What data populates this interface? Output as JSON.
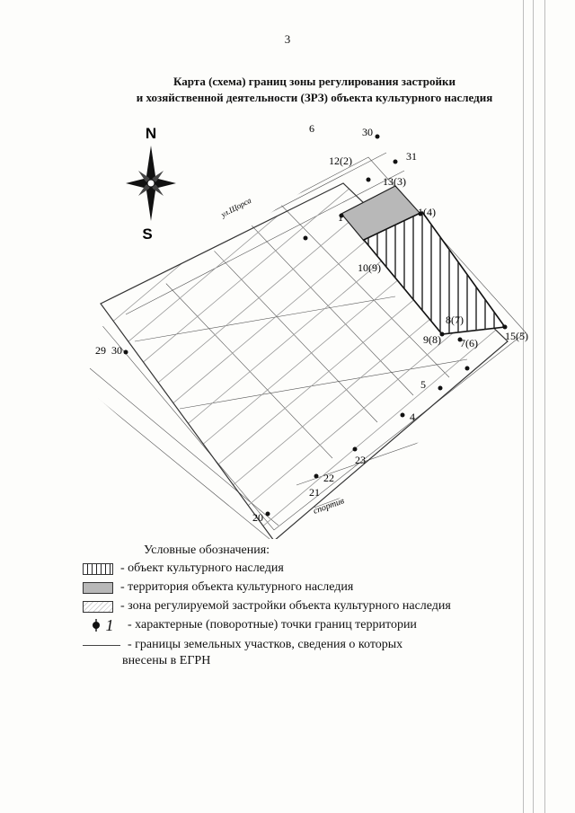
{
  "page_number": "3",
  "title": {
    "line1": "Карта (схема) границ зоны регулирования застройки",
    "line2": "и хозяйственной деятельности (ЗРЗ) объекта культурного наследия"
  },
  "map": {
    "compass": {
      "north": "N",
      "south": "S"
    },
    "street_labels": {
      "top": "ул.Щорса",
      "bottom": "спортив"
    },
    "points": [
      "6",
      "30",
      "31",
      "12(2)",
      "13(3)",
      "1",
      "1(4)",
      "10(9)",
      "8(7)",
      "9(8)",
      "7(6)",
      "15(5)",
      "29",
      "30",
      "5",
      "4",
      "23",
      "22",
      "21",
      "20"
    ],
    "colors": {
      "territory_fill": "#b8b8b8",
      "object_hatch": "#222222",
      "zone_hatch": "#9a9a9a"
    }
  },
  "legend": {
    "heading": "Условные обозначения:",
    "items": [
      {
        "symbol": "object-hatch",
        "text": "- объект культурного наследия"
      },
      {
        "symbol": "territory-fill",
        "text": "- территория объекта культурного наследия"
      },
      {
        "symbol": "zone-hatch",
        "text": "- зона регулируемой застройки объекта культурного наследия"
      },
      {
        "symbol": "boundary-point",
        "symbol_text": "1",
        "text": "- характерные (поворотные) точки границ территории"
      },
      {
        "symbol": "parcel-line",
        "text": "- границы земельных участков, сведения о которых"
      }
    ],
    "last_line_continuation": "внесены в ЕГРН"
  }
}
